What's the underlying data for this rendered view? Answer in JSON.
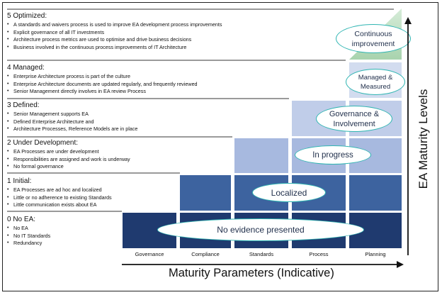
{
  "levels": [
    {
      "title": "5 Optimized:",
      "items": [
        "A standards and waivers process is used to improve EA development process improvements",
        "Explicit governance of all IT investments",
        "Architecture process metrics are used to optimise and drive business decisions",
        "Business involved in the continuous process improvements of IT Architecture"
      ]
    },
    {
      "title": "4 Managed:",
      "items": [
        "Enterprise Architecture process is part of the culture",
        "Enterprise Architecture documents are updated regularly, and frequently reviewed",
        "Senior Management directly involves in EA review Process"
      ]
    },
    {
      "title": "3 Defined:",
      "items": [
        "Senior Management supports EA",
        "Defined Enterprise Architecture and",
        "Architecture Processes, Reference Models are in place"
      ]
    },
    {
      "title": "2 Under Development:",
      "items": [
        "EA Processes are under development",
        "Responsibilities are assigned and work is underway",
        "No formal governance"
      ]
    },
    {
      "title": "1 Initial:",
      "items": [
        "EA Processes are ad hoc and localized",
        "Little or no adherence to existing Standards",
        "Little communication exists about EA"
      ]
    },
    {
      "title": "0 No EA:",
      "items": [
        "No EA",
        "No IT Standards",
        "Redundancy"
      ]
    }
  ],
  "parameters": [
    "Governance",
    "Compliance",
    "Standards",
    "Process",
    "Planning"
  ],
  "stages": {
    "no_evidence": "No evidence presented",
    "localized": "Localized",
    "in_progress": "In progress",
    "governance_line1": "Governance &",
    "governance_line2": "Involvement",
    "managed_line1": "Managed &",
    "managed_line2": "Measured",
    "continuous_line1": "Continuous",
    "continuous_line2": "improvement"
  },
  "axes": {
    "x_label": "Maturity Parameters (Indicative)",
    "y_label": "EA Maturity Levels"
  },
  "colors": {
    "level0": "#1f3a6f",
    "level1": "#3d639f",
    "level2": "#a7b9df",
    "level3": "#c0cde9",
    "level4": "#d2dcef",
    "level5": "#bfe0c4",
    "ellipse_border": "#2fb5b2"
  }
}
